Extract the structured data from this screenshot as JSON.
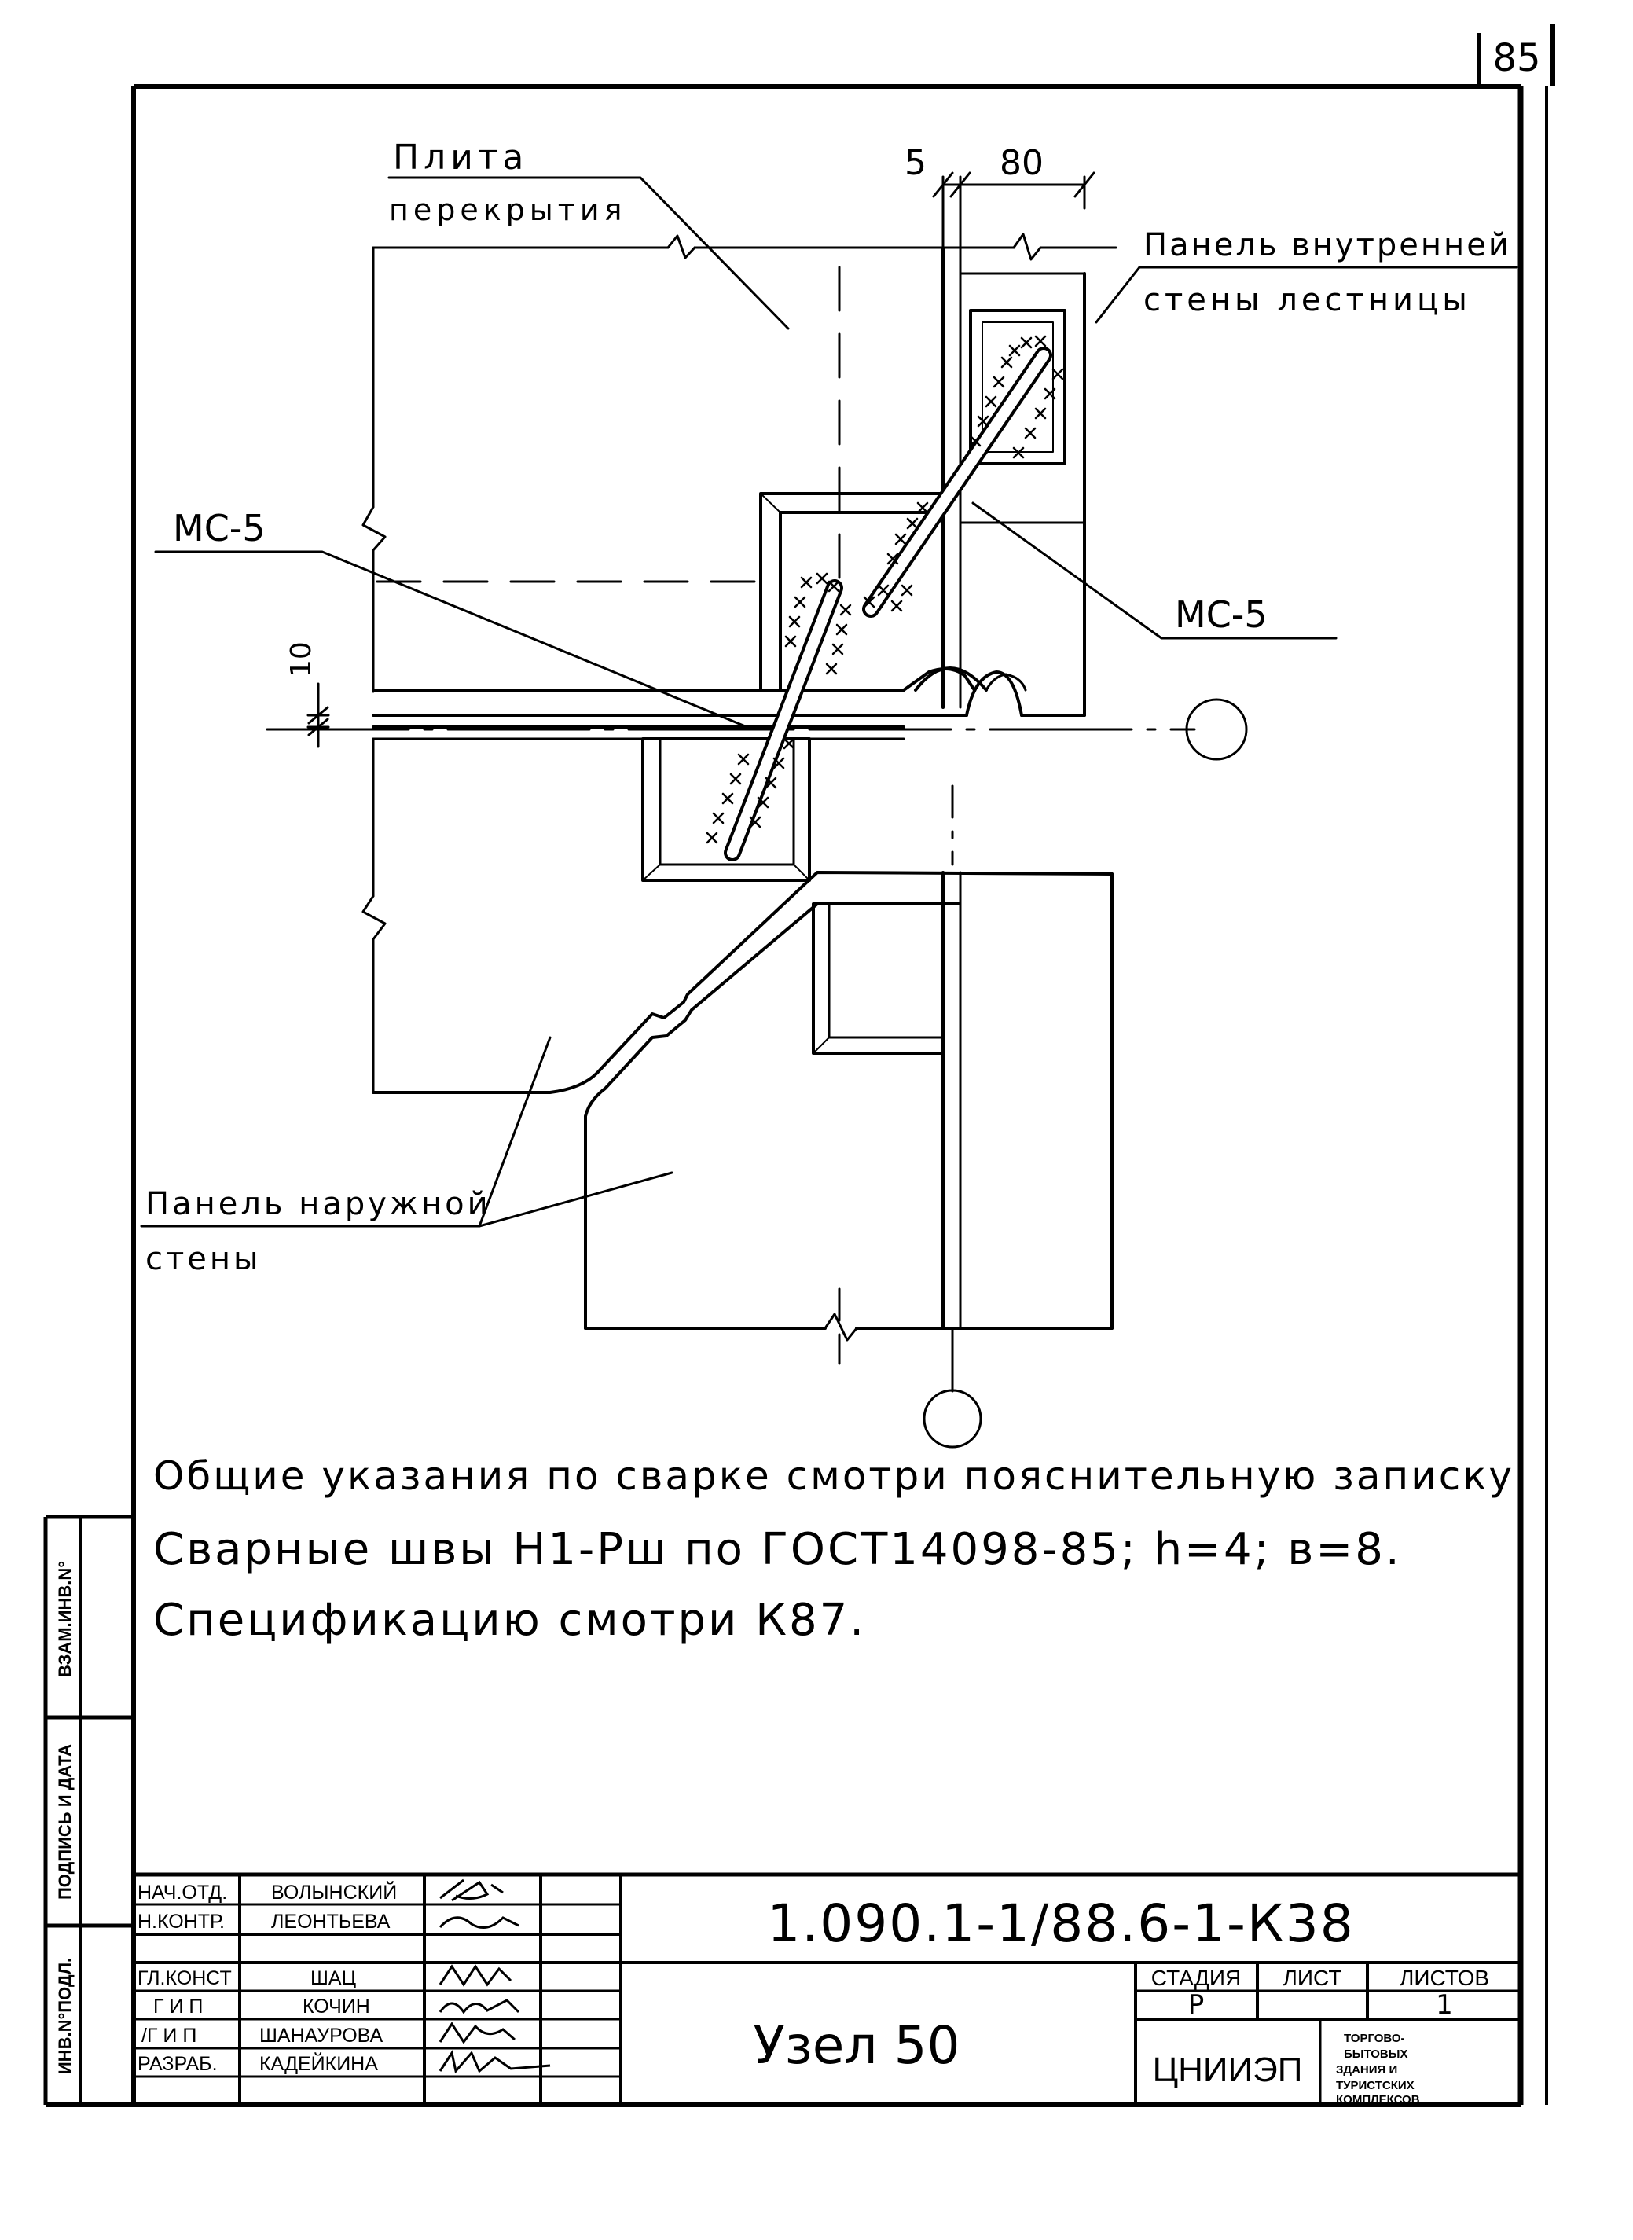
{
  "page_number": "85",
  "drawing": {
    "labels": {
      "slab": [
        "Плита",
        "перекрытия"
      ],
      "inner_panel": [
        "Панель внутренней",
        "стены лестницы"
      ],
      "outer_panel": [
        "Панель наружной",
        "стены"
      ],
      "ms5_left": "МС-5",
      "ms5_right": "МС-5"
    },
    "dimensions": {
      "gap": "5",
      "width": "80",
      "joint": "10"
    }
  },
  "notes": [
    "Общие указания по сварке смотри пояснительную записку.",
    "Сварные швы Н1-Рш по ГОСТ14098-85; h=4; в=8.",
    "Спецификацию смотри К87."
  ],
  "side_stamp": {
    "replaced": "ВЗАМ.ИНВ.N°",
    "signature_date": "ПОДПИСЬ И ДАТА",
    "original": "ИНВ.N°ПОДЛ."
  },
  "title_block": {
    "document_code": "1.090.1-1/88.6-1-К38",
    "title": "Узел 50",
    "organization": "ЦНИИЭП",
    "org_description": [
      "ТОРГОВО-",
      "БЫТОВЫХ",
      "ЗДАНИЯ И",
      "ТУРИСТСКИХ",
      "КОМПЛЕКСОВ"
    ],
    "headers": {
      "stage": "СТАДИЯ",
      "sheet": "ЛИСТ",
      "sheets": "ЛИСТОВ"
    },
    "values": {
      "stage": "Р",
      "sheet": "",
      "sheets": "1"
    },
    "staff": [
      {
        "role": "НАЧ.ОТД.",
        "name": "ВОЛЫНСКИЙ"
      },
      {
        "role": "Н.КОНТР.",
        "name": "ЛЕОНТЬЕВА"
      },
      {
        "role": "ГЛ.КОНСТ",
        "name": "ШАЦ"
      },
      {
        "role": "Г И П",
        "name": "КОЧИН"
      },
      {
        "role": "/Г И П",
        "name": "ШАНАУРОВА"
      },
      {
        "role": "РАЗРАБ.",
        "name": "КАДЕЙКИНА"
      }
    ]
  },
  "colors": {
    "ink": "#000000",
    "paper": "#ffffff"
  }
}
